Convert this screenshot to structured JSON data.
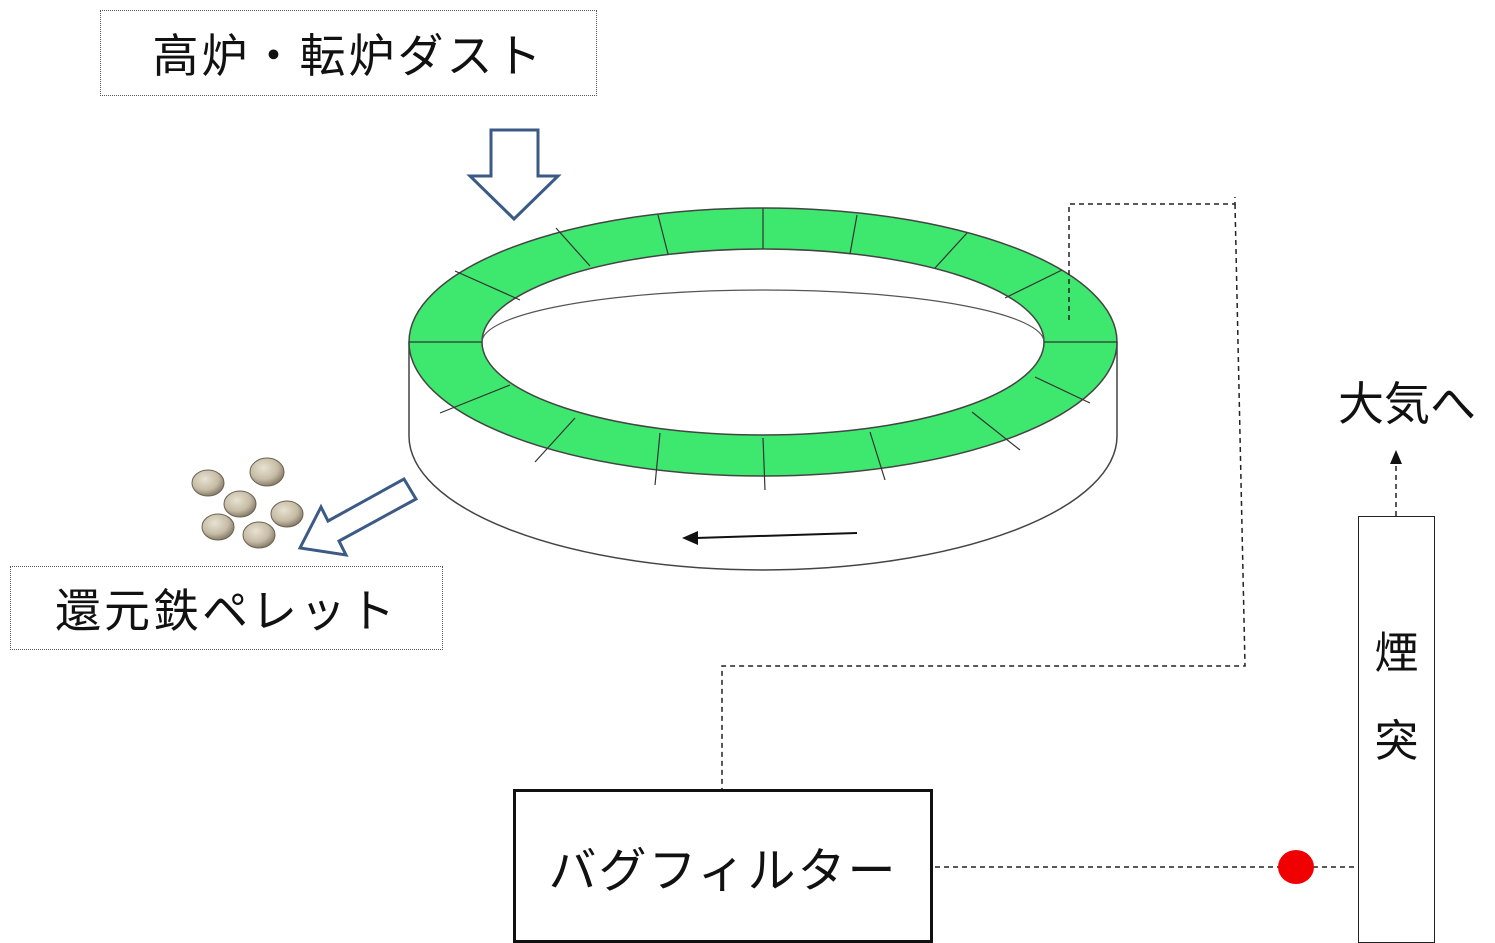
{
  "labels": {
    "dust": "高炉・転炉ダスト",
    "pellet": "還元鉄ペレット",
    "bag_filter": "バグフィルター",
    "chimney_char1": "煙",
    "chimney_char2": "突",
    "atmosphere": "大気へ"
  },
  "colors": {
    "ring_top": "#3EE86F",
    "ring_side": "#ffffff",
    "arrow_outline": "#3B5A86",
    "sensor_dot": "#F00000",
    "line": "#222222"
  },
  "icons": {
    "feed_arrow": "hollow-down-arrow",
    "discharge_arrow": "hollow-diagonal-arrow",
    "rotation_arrow": "left-arrow",
    "exhaust_arrow": "up-arrow",
    "pellets": "rock-pile",
    "sensor": "red-dot"
  }
}
